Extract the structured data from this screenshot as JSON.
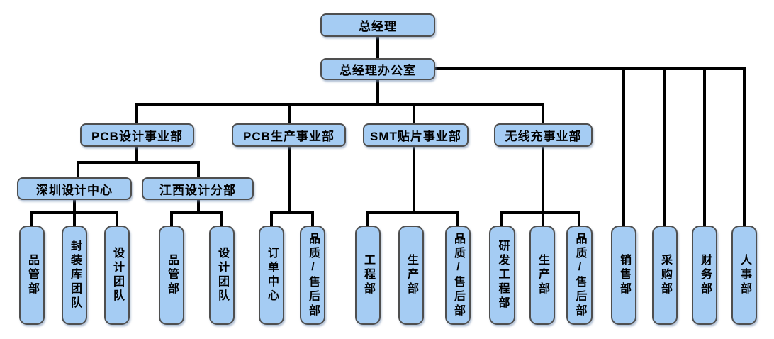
{
  "chart": {
    "type": "org-chart",
    "background": "#ffffff"
  },
  "colors": {
    "node_fill": "#a5ccf3",
    "node_border": "#4f4f4f",
    "connector_line": "#000000",
    "node_text": "#000000"
  },
  "nodes": [
    {
      "id": "general-manager",
      "label": "总经理",
      "orientation": "horizontal",
      "parent": null
    },
    {
      "id": "gm-office",
      "label": "总经理办公室",
      "orientation": "horizontal",
      "parent": "general-manager"
    },
    {
      "id": "pcb-design-div",
      "label": "PCB设计事业部",
      "orientation": "horizontal",
      "parent": "gm-office"
    },
    {
      "id": "pcb-production-div",
      "label": "PCB生产事业部",
      "orientation": "horizontal",
      "parent": "gm-office"
    },
    {
      "id": "smt-div",
      "label": "SMT贴片事业部",
      "orientation": "horizontal",
      "parent": "gm-office"
    },
    {
      "id": "wireless-charging-div",
      "label": "无线充事业部",
      "orientation": "horizontal",
      "parent": "gm-office"
    },
    {
      "id": "shenzhen-design-center",
      "label": "深圳设计中心",
      "orientation": "horizontal",
      "parent": "pcb-design-div"
    },
    {
      "id": "jiangxi-design-branch",
      "label": "江西设计分部",
      "orientation": "horizontal",
      "parent": "pcb-design-div"
    },
    {
      "id": "sz-quality-dept",
      "label": "品管部",
      "orientation": "vertical",
      "parent": "shenzhen-design-center"
    },
    {
      "id": "sz-package-lib-team",
      "label": "封装库团队",
      "orientation": "vertical",
      "parent": "shenzhen-design-center"
    },
    {
      "id": "sz-design-team",
      "label": "设计团队",
      "orientation": "vertical",
      "parent": "shenzhen-design-center"
    },
    {
      "id": "jx-quality-dept",
      "label": "品管部",
      "orientation": "vertical",
      "parent": "jiangxi-design-branch"
    },
    {
      "id": "jx-design-team",
      "label": "设计团队",
      "orientation": "vertical",
      "parent": "jiangxi-design-branch"
    },
    {
      "id": "order-center",
      "label": "订单中心",
      "orientation": "vertical",
      "parent": "pcb-production-div"
    },
    {
      "id": "pcbprod-quality-aftersales",
      "label": "品质/售后部",
      "orientation": "vertical",
      "parent": "pcb-production-div"
    },
    {
      "id": "smt-engineering-dept",
      "label": "工程部",
      "orientation": "vertical",
      "parent": "smt-div"
    },
    {
      "id": "smt-production-dept",
      "label": "生产部",
      "orientation": "vertical",
      "parent": "smt-div"
    },
    {
      "id": "smt-quality-aftersales",
      "label": "品质/售后部",
      "orientation": "vertical",
      "parent": "smt-div"
    },
    {
      "id": "wxc-rd-engineering-dept",
      "label": "研发工程部",
      "orientation": "vertical",
      "parent": "wireless-charging-div"
    },
    {
      "id": "wxc-production-dept",
      "label": "生产部",
      "orientation": "vertical",
      "parent": "wireless-charging-div"
    },
    {
      "id": "wxc-quality-aftersales",
      "label": "品质/售后部",
      "orientation": "vertical",
      "parent": "wireless-charging-div"
    },
    {
      "id": "sales-dept",
      "label": "销售部",
      "orientation": "vertical",
      "parent": "gm-office"
    },
    {
      "id": "purchasing-dept",
      "label": "采购部",
      "orientation": "vertical",
      "parent": "gm-office"
    },
    {
      "id": "finance-dept",
      "label": "财务部",
      "orientation": "vertical",
      "parent": "gm-office"
    },
    {
      "id": "hr-dept",
      "label": "人事部",
      "orientation": "vertical",
      "parent": "gm-office"
    }
  ]
}
